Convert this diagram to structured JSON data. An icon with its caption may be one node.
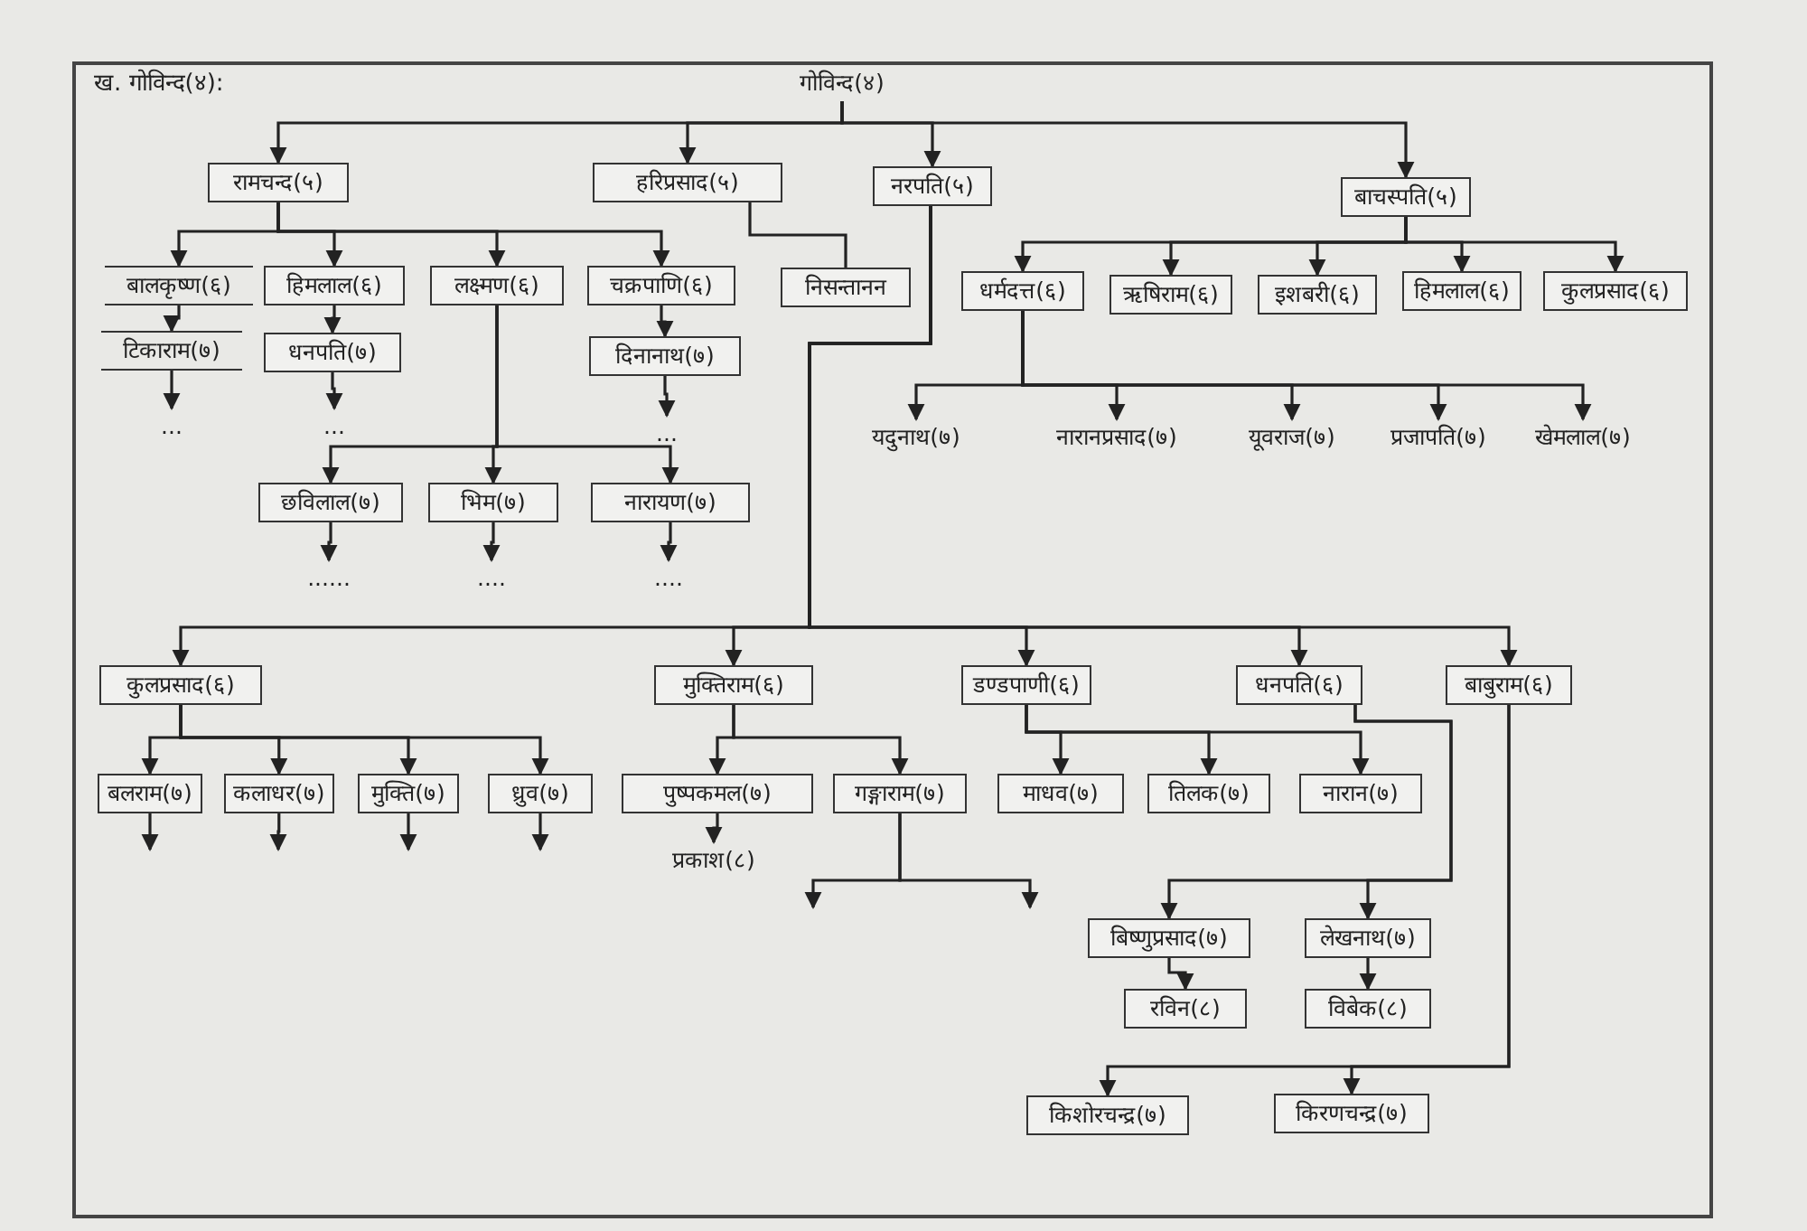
{
  "diagram": {
    "title": "ख. गोविन्द(४):",
    "nodes": [
      {
        "text": [
          "गोविन्द(४)"
        ]
      },
      {
        "text": [
          "रामचन्द(५)"
        ]
      },
      {
        "text": [
          "हरिप्रसाद(५)"
        ]
      },
      {
        "text": [
          "नरपति(५)"
        ]
      },
      {
        "text": [
          "बाचस्पति(५)"
        ]
      },
      {
        "text": [
          "बालकृष्ण(६)"
        ]
      },
      {
        "text": [
          "हिमलाल(६)"
        ]
      },
      {
        "text": [
          "लक्ष्मण(६)"
        ]
      },
      {
        "text": [
          "चक्रपाणि(६)"
        ]
      },
      {
        "text": [
          "निसन्तानन"
        ]
      },
      {
        "text": [
          "धर्मदत्त(६)"
        ]
      },
      {
        "text": [
          "ऋषिराम(६)"
        ]
      },
      {
        "text": [
          "इशबरी(६)"
        ]
      },
      {
        "text": [
          "हिमलाल(६)"
        ]
      },
      {
        "text": [
          "कुलप्रसाद(६)"
        ]
      },
      {
        "text": [
          "टिकाराम(७)"
        ]
      },
      {
        "text": [
          "धनपति(७)"
        ]
      },
      {
        "text": [
          "दिनानाथ(७)"
        ]
      },
      {
        "text": [
          "..."
        ]
      },
      {
        "text": [
          "..."
        ]
      },
      {
        "text": [
          "..."
        ]
      },
      {
        "text": [
          "यदुनाथ(७)"
        ]
      },
      {
        "text": [
          "नारानप्रसाद(७)"
        ]
      },
      {
        "text": [
          "यूवराज(७)"
        ]
      },
      {
        "text": [
          "प्रजापति(७)"
        ]
      },
      {
        "text": [
          "खेमलाल(७)"
        ]
      },
      {
        "text": [
          "छविलाल(७)"
        ]
      },
      {
        "text": [
          "भिम(७)"
        ]
      },
      {
        "text": [
          "नारायण(७)"
        ]
      },
      {
        "text": [
          "......"
        ]
      },
      {
        "text": [
          "...."
        ]
      },
      {
        "text": [
          "...."
        ]
      },
      {
        "text": [
          "कुलप्रसाद(६)"
        ]
      },
      {
        "text": [
          "मुक्तिराम(६)"
        ]
      },
      {
        "text": [
          "डण्डपाणी(६)"
        ]
      },
      {
        "text": [
          "धनपति(६)"
        ]
      },
      {
        "text": [
          "बाबुराम(६)"
        ]
      },
      {
        "text": [
          "बलराम(७)"
        ]
      },
      {
        "text": [
          "कलाधर(७)"
        ]
      },
      {
        "text": [
          "मुक्ति(७)"
        ]
      },
      {
        "text": [
          "ध्रुव(७)"
        ]
      },
      {
        "text": [
          "पुष्पकमल(७)"
        ]
      },
      {
        "text": [
          "गङ्गाराम(७)"
        ]
      },
      {
        "text": [
          "माधव(७)"
        ]
      },
      {
        "text": [
          "तिलक(७)"
        ]
      },
      {
        "text": [
          "नारान(७)"
        ]
      },
      {
        "text": [
          "प्रकाश(८)"
        ]
      },
      {
        "text": [
          "बिष्णुप्रसाद(७)"
        ]
      },
      {
        "text": [
          "लेखनाथ(७)"
        ]
      },
      {
        "text": [
          "रविन(८)"
        ]
      },
      {
        "text": [
          "विबेक(८)"
        ]
      },
      {
        "text": [
          "किशोरचन्द्र(७)"
        ]
      },
      {
        "text": [
          "किरणचन्द्र(७)"
        ]
      }
    ],
    "edges": [
      {
        "from": 0,
        "to": 1,
        "arrow": "to"
      },
      {
        "from": 0,
        "to": 2,
        "arrow": "to"
      },
      {
        "from": 0,
        "to": 3,
        "arrow": "to"
      },
      {
        "from": 0,
        "to": 4,
        "arrow": "to"
      },
      {
        "from": 1,
        "to": 5,
        "arrow": "to"
      },
      {
        "from": 1,
        "to": 6,
        "arrow": "to"
      },
      {
        "from": 1,
        "to": 7,
        "arrow": "to"
      },
      {
        "from": 1,
        "to": 8,
        "arrow": "to"
      },
      {
        "from": 2,
        "to": 9,
        "arrow": "none"
      },
      {
        "from": 4,
        "to": 10,
        "arrow": "to"
      },
      {
        "from": 4,
        "to": 11,
        "arrow": "to"
      },
      {
        "from": 4,
        "to": 12,
        "arrow": "to"
      },
      {
        "from": 4,
        "to": 13,
        "arrow": "to"
      },
      {
        "from": 4,
        "to": 14,
        "arrow": "to"
      },
      {
        "from": 5,
        "to": 15,
        "arrow": "to"
      },
      {
        "from": 6,
        "to": 16,
        "arrow": "to"
      },
      {
        "from": 8,
        "to": 17,
        "arrow": "to"
      },
      {
        "from": 15,
        "to": 18,
        "arrow": "to"
      },
      {
        "from": 16,
        "to": 19,
        "arrow": "to"
      },
      {
        "from": 17,
        "to": 20,
        "arrow": "to"
      },
      {
        "from": 10,
        "to": 21,
        "arrow": "to"
      },
      {
        "from": 10,
        "to": 22,
        "arrow": "to"
      },
      {
        "from": 10,
        "to": 23,
        "arrow": "to"
      },
      {
        "from": 10,
        "to": 24,
        "arrow": "to"
      },
      {
        "from": 10,
        "to": 25,
        "arrow": "to"
      },
      {
        "from": 7,
        "to": 26,
        "arrow": "to"
      },
      {
        "from": 7,
        "to": 27,
        "arrow": "to"
      },
      {
        "from": 7,
        "to": 28,
        "arrow": "to"
      },
      {
        "from": 26,
        "to": 29,
        "arrow": "to"
      },
      {
        "from": 27,
        "to": 30,
        "arrow": "to"
      },
      {
        "from": 28,
        "to": 31,
        "arrow": "to"
      },
      {
        "from": 3,
        "to": 32,
        "arrow": "to"
      },
      {
        "from": 3,
        "to": 33,
        "arrow": "to"
      },
      {
        "from": 3,
        "to": 34,
        "arrow": "to"
      },
      {
        "from": 3,
        "to": 35,
        "arrow": "to"
      },
      {
        "from": 3,
        "to": 36,
        "arrow": "to"
      },
      {
        "from": 32,
        "to": 37,
        "arrow": "to"
      },
      {
        "from": 32,
        "to": 38,
        "arrow": "to"
      },
      {
        "from": 32,
        "to": 39,
        "arrow": "to"
      },
      {
        "from": 32,
        "to": 40,
        "arrow": "to"
      },
      {
        "from": 37,
        "to": null,
        "arrow": "to"
      },
      {
        "from": 38,
        "to": null,
        "arrow": "to"
      },
      {
        "from": 39,
        "to": null,
        "arrow": "to"
      },
      {
        "from": 40,
        "to": null,
        "arrow": "to"
      },
      {
        "from": 33,
        "to": 41,
        "arrow": "to"
      },
      {
        "from": 33,
        "to": 42,
        "arrow": "to"
      },
      {
        "from": 41,
        "to": 46,
        "arrow": "to"
      },
      {
        "from": 42,
        "to": null,
        "arrow": "to"
      },
      {
        "from": 42,
        "to": null,
        "arrow": "to"
      },
      {
        "from": 34,
        "to": 43,
        "arrow": "to"
      },
      {
        "from": 34,
        "to": 44,
        "arrow": "to"
      },
      {
        "from": 34,
        "to": 45,
        "arrow": "to"
      },
      {
        "from": 35,
        "to": 47,
        "arrow": "to"
      },
      {
        "from": 35,
        "to": 48,
        "arrow": "to"
      },
      {
        "from": 47,
        "to": 49,
        "arrow": "to"
      },
      {
        "from": 48,
        "to": 50,
        "arrow": "to"
      },
      {
        "from": 36,
        "to": 51,
        "arrow": "to"
      },
      {
        "from": 36,
        "to": 52,
        "arrow": "to"
      }
    ]
  }
}
